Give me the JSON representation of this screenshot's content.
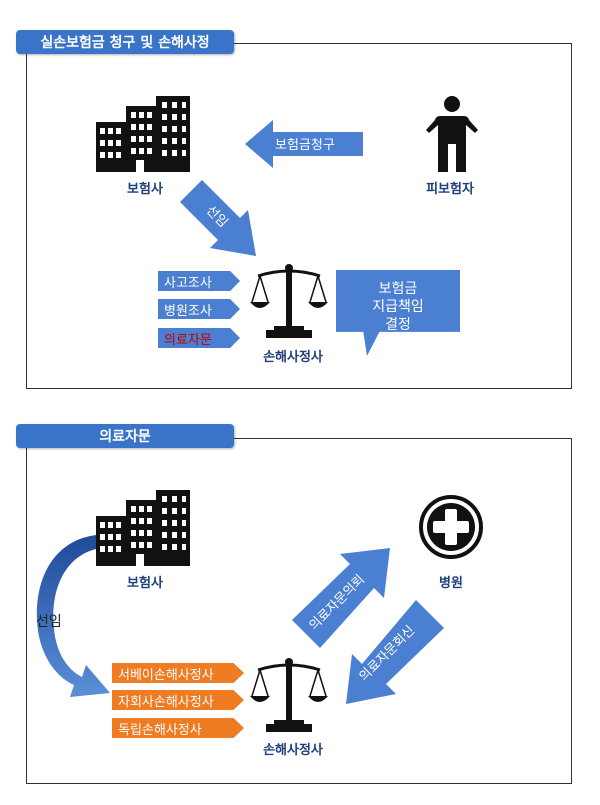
{
  "section1": {
    "title": "실손보험금 청구 및 손해사정",
    "insurer_label": "보험사",
    "insured_label": "피보험자",
    "claim_arrow_label": "보험금청구",
    "appoint_arrow_label": "선임",
    "adjuster_label": "손해사정사",
    "tasks": [
      "사고조사",
      "병원조사",
      "의료자문"
    ],
    "decision_lines": [
      "보험금",
      "지급책임",
      "결정"
    ]
  },
  "section2": {
    "title": "의료자문",
    "insurer_label": "보험사",
    "hospital_label": "병원",
    "appoint_label": "선임",
    "request_arrow_label": "의료자문의뢰",
    "reply_arrow_label": "의료자문회신",
    "adjuster_label": "손해사정사",
    "adjuster_types": [
      "서베이손해사정사",
      "자회사손해사정사",
      "독립손해사정사"
    ]
  },
  "colors": {
    "blue": "#4a7fd1",
    "tab_blue": "#3a74c9",
    "orange": "#ef7b22",
    "label_navy": "#1f3f7a",
    "highlight_red": "#c00000"
  },
  "icons": {
    "building": "building-icon",
    "person": "person-icon",
    "scale": "scale-icon",
    "hospital": "medical-cross-icon"
  }
}
